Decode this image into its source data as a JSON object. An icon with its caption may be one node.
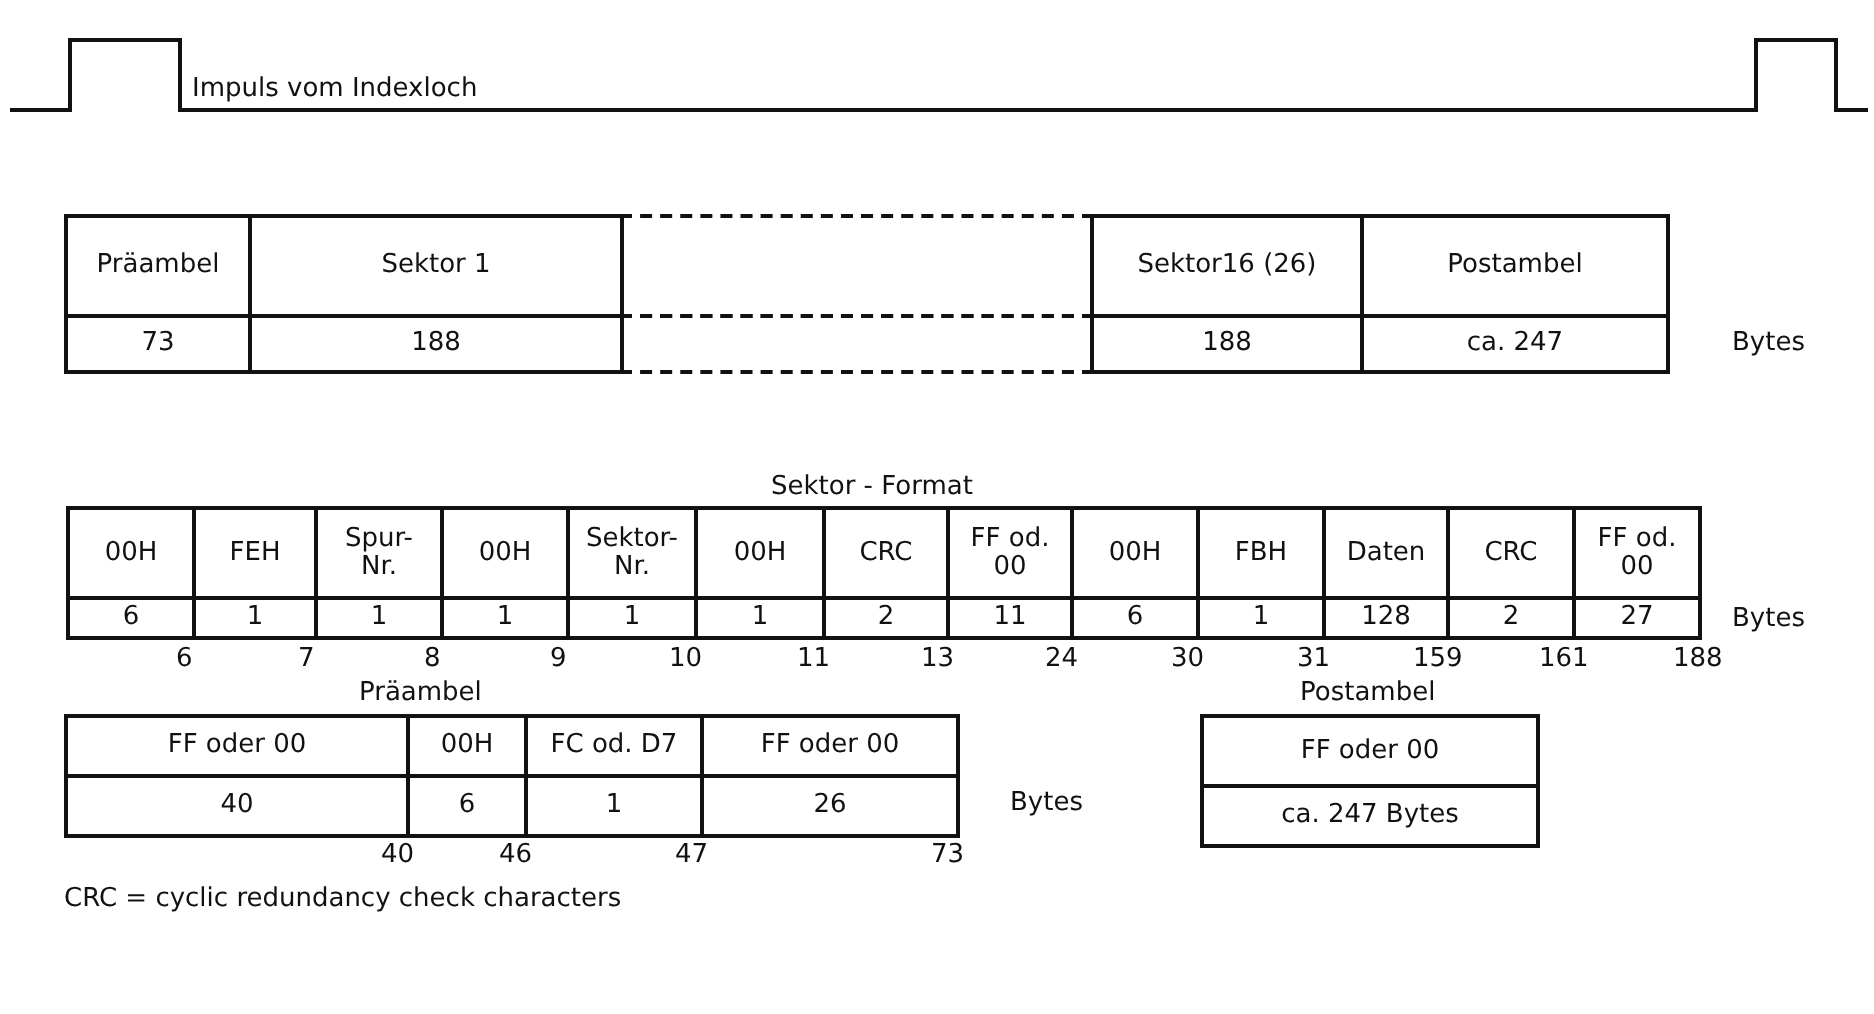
{
  "diagram": {
    "labels": [
      "Impuls vom Indexloch",
      "Präambel",
      "Sektor 1",
      "Sektor16 (26)",
      "Postambel",
      "73",
      "188",
      "188",
      "ca. 247",
      "Bytes",
      "Sektor - Format",
      "00H",
      "FEH",
      "Spur- Nr.",
      "00H",
      "Sektor- Nr.",
      "00H",
      "CRC",
      "FF od. 00",
      "00H",
      "FBH",
      "Daten",
      "CRC",
      "FF od. 00",
      "6",
      "1",
      "1",
      "1",
      "1",
      "1",
      "2",
      "11",
      "6",
      "1",
      "128",
      "2",
      "27",
      "Bytes",
      "6",
      "7",
      "8",
      "9",
      "10",
      "11",
      "13",
      "24",
      "30",
      "31",
      "159",
      "161",
      "188",
      "Präambel",
      "Postambel",
      "FF oder 00",
      "00H",
      "FC od. D7",
      "FF oder 00",
      "FF oder 00",
      "40",
      "6",
      "1",
      "26",
      "Bytes",
      "ca. 247 Bytes",
      "40",
      "46",
      "47",
      "73",
      "CRC = cyclic redundancy check characters"
    ]
  }
}
